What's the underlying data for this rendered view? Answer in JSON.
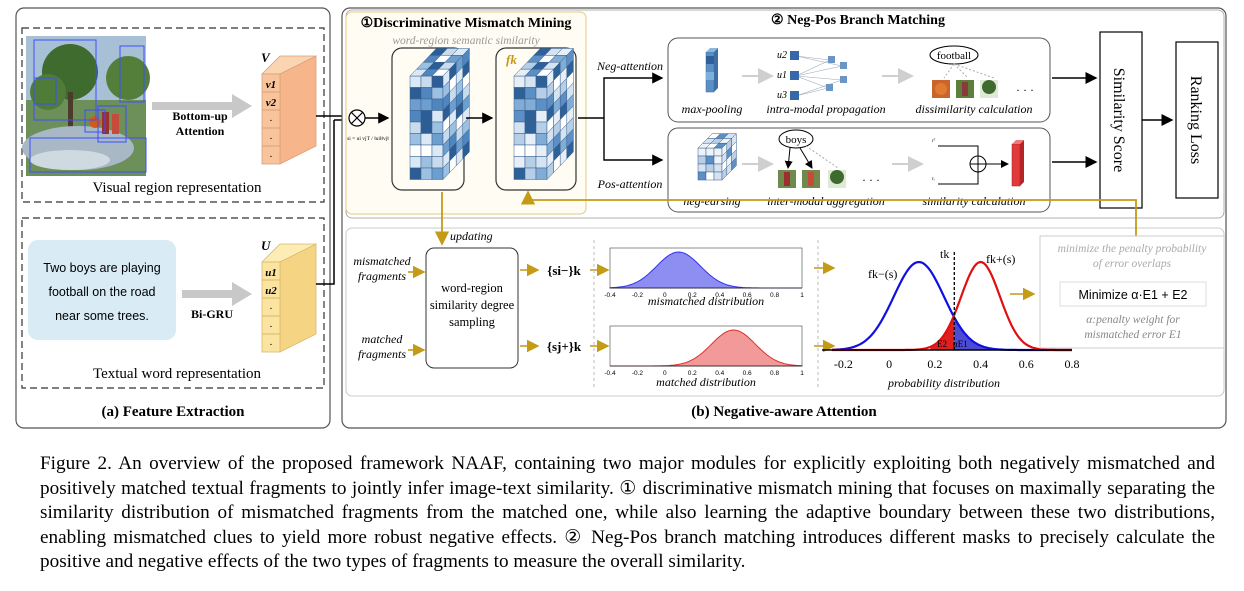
{
  "panel_a": {
    "title": "(a) Feature Extraction",
    "visual_caption": "Visual region representation",
    "textual_caption": "Textual word representation",
    "sentence_lines": [
      "Two boys are playing",
      "football on the road",
      "near some trees."
    ],
    "bottom_up_lines": [
      "Bottom-up",
      "Attention"
    ],
    "bigru": "Bi-GRU",
    "V": "V",
    "U": "U",
    "v_cells": [
      "v1",
      "v2",
      "·",
      "·",
      "·"
    ],
    "u_cells": [
      "u1",
      "u2",
      "·",
      "·",
      "·"
    ]
  },
  "panel_b": {
    "title": "(b) Negative-aware Attention",
    "module1_title": "①Discriminative Mismatch Mining",
    "module1_subtitle": "word-region semantic similarity",
    "fk": "fk",
    "module2_title": "② Neg-Pos Branch Matching",
    "neg_attention": "Neg-attention",
    "pos_attention": "Pos-attention",
    "neg_row": {
      "max_pooling": "max-pooling",
      "intra": "intra-modal propagation",
      "dissim": "dissimilarity calculation",
      "tag": "football",
      "nodes": [
        "u2",
        "u1",
        "u3"
      ]
    },
    "pos_row": {
      "neg_earsing": "neg-earsing",
      "inter": "inter-modal aggregation",
      "sim": "similarity calculation",
      "tag": "boys"
    },
    "similarity_score": "Similarity Score",
    "ranking_loss": "Ranking Loss",
    "updating": "updating",
    "mismatched_fragments": [
      "mismatched",
      "fragments"
    ],
    "matched_fragments": [
      "matched",
      "fragments"
    ],
    "sampling_lines": [
      "word-region",
      "similarity degree",
      "sampling"
    ],
    "s_minus": "{si−}k",
    "s_plus": "{sj+}k",
    "mismatched_distribution": "mismatched distribution",
    "matched_distribution": "matched distribution",
    "prob_distribution": "probability distribution",
    "penalty_lines": [
      "minimize the penalty probability",
      "of error overlaps"
    ],
    "minimize_formula": "Minimize  α·E1 + E2",
    "alpha_lines": [
      "α:penalty weight for",
      "mismatched error E1"
    ],
    "fk_minus": "fk−(s)",
    "fk_plus": "fk+(s)",
    "tk": "tk",
    "E2": "E2",
    "aE1": "αE1",
    "formula_small": "si = ui vjT / ‖ui‖‖vj‖"
  },
  "chart_data": [
    {
      "type": "area",
      "title": "mismatched distribution",
      "x_ticks": [
        -0.4,
        -0.2,
        0,
        0.2,
        0.4,
        0.6,
        0.8,
        1
      ],
      "xlim": [
        -0.4,
        1
      ],
      "series": [
        {
          "name": "mismatched",
          "mean": 0.1,
          "color": "#3333ee"
        }
      ]
    },
    {
      "type": "area",
      "title": "matched distribution",
      "x_ticks": [
        -0.4,
        -0.2,
        0,
        0.2,
        0.4,
        0.6,
        0.8,
        1
      ],
      "xlim": [
        -0.4,
        1
      ],
      "series": [
        {
          "name": "matched",
          "mean": 0.5,
          "color": "#e03030"
        }
      ]
    },
    {
      "type": "line",
      "title": "probability distribution",
      "x_ticks": [
        -0.2,
        0,
        0.2,
        0.4,
        0.6,
        0.8
      ],
      "xlim": [
        -0.25,
        0.8
      ],
      "threshold": "tk",
      "series": [
        {
          "name": "fk−(s)",
          "mean": 0.13,
          "color": "#1010e0"
        },
        {
          "name": "fk+(s)",
          "mean": 0.4,
          "color": "#e01010"
        }
      ]
    }
  ],
  "caption": {
    "paragraph": "Figure 2. An overview of the proposed framework NAAF, containing two major modules for explicitly exploiting both negatively mismatched and positively matched textual fragments to jointly infer image-text similarity. ① discriminative mismatch mining that focuses on maximally separating the similarity distribution of mismatched fragments from the matched one, while also learning the adaptive boundary between these two distributions, enabling mismatched clues to yield more robust negative effects. ② Neg-Pos branch matching introduces different masks to precisely calculate the positive and negative effects of the two types of fragments to measure the overall similarity."
  }
}
